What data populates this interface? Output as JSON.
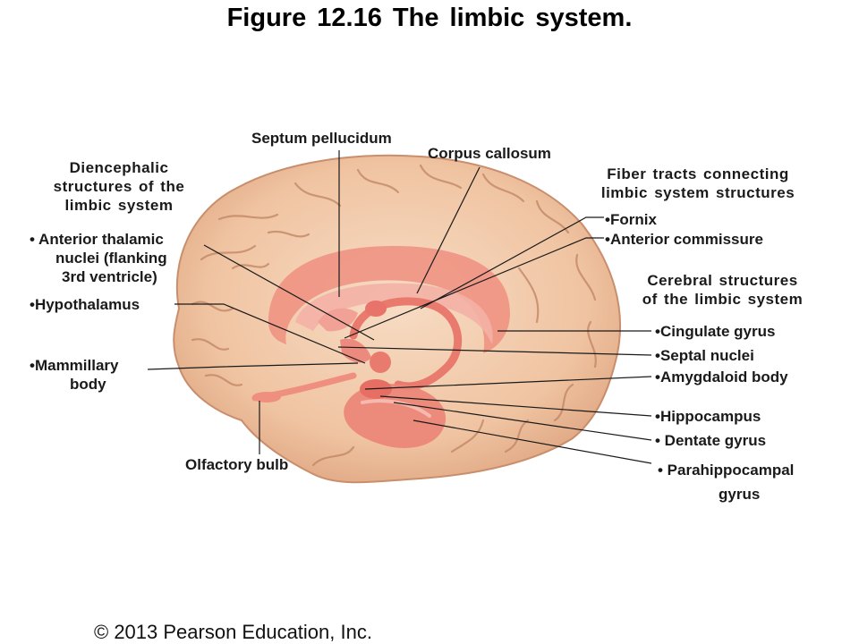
{
  "title": "Figure 12.16 The limbic system.",
  "left_heading": {
    "line1": "Diencephalic",
    "line2": "structures of the",
    "line3": "limbic system"
  },
  "left_labels": {
    "anterior_thalamic": {
      "line1": "• Anterior thalamic",
      "line2": "nuclei (flanking",
      "line3": "3rd ventricle)"
    },
    "hypothalamus": "•Hypothalamus",
    "mammillary": {
      "line1": "•Mammillary",
      "line2": "body"
    }
  },
  "top_labels": {
    "septum_pellucidum": "Septum pellucidum",
    "corpus_callosum": "Corpus callosum"
  },
  "fiber_heading": {
    "line1": "Fiber tracts connecting",
    "line2": "limbic system structures"
  },
  "fiber_labels": {
    "fornix": "•Fornix",
    "anterior_commissure": "•Anterior commissure"
  },
  "cerebral_heading": {
    "line1": "Cerebral structures",
    "line2": "of the limbic system"
  },
  "cerebral_labels": {
    "cingulate": "•Cingulate gyrus",
    "septal": "•Septal nuclei",
    "amygdaloid": "•Amygdaloid body",
    "hippocampus": "•Hippocampus",
    "dentate": "• Dentate gyrus",
    "parahippocampal": {
      "line1": "• Parahippocampal",
      "line2": "gyrus"
    }
  },
  "olfactory_bulb": "Olfactory bulb",
  "copyright": "© 2013 Pearson Education, Inc.",
  "colors": {
    "brain_fill": "#f2c9a8",
    "brain_shadow": "#d9a27f",
    "sulcus": "#b97c5c",
    "limbic": "#e97a6e",
    "limbic_light": "#f4a79c",
    "leader_line": "#1a1a1a"
  }
}
